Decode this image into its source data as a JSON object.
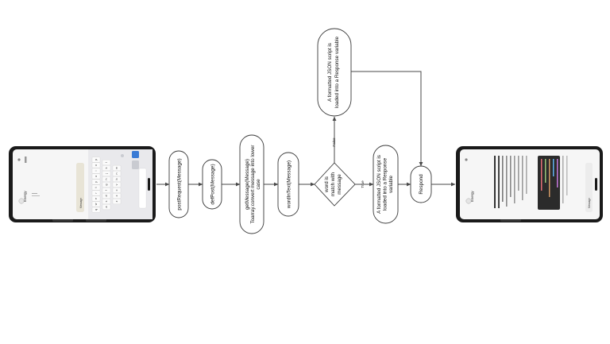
{
  "nodes": {
    "post_request": "postRequest(Message)",
    "def_post": "defPost(Message)",
    "get_message_line1": "getMessage(Message)",
    "get_message_line2": "Toarray.convert message into lower",
    "get_message_line3": "case",
    "word_in_text": "wordInText(Message)",
    "decision_line1": "word is",
    "decision_line2": "match with",
    "decision_line3": "message",
    "json_false_line1": "A formatted JSON script is",
    "json_false_line2": "loaded into a Response variable",
    "json_true_line1": "A formatted JSON script is",
    "json_true_line2": "loaded into a Response",
    "json_true_line3": "variable",
    "respond": "Respond"
  },
  "edges": {
    "false_label": "False",
    "true_label": "True"
  },
  "phone_left": {
    "app_name": "Energy",
    "input_placeholder": "Message",
    "keyboard_rows": [
      [
        "q",
        "w",
        "e",
        "r",
        "t",
        "y",
        "u",
        "i",
        "o",
        "p"
      ],
      [
        "a",
        "s",
        "d",
        "f",
        "g",
        "h",
        "j",
        "k",
        "l"
      ],
      [
        "z",
        "x",
        "c",
        "v",
        "b",
        "n",
        "m"
      ]
    ]
  },
  "phone_right": {
    "app_name": "Energy",
    "input_placeholder": "Message"
  },
  "colors": {
    "accent": "#3a7bd5",
    "phone_body": "#1a1a1a",
    "code_bg": "#2b2b2b"
  }
}
